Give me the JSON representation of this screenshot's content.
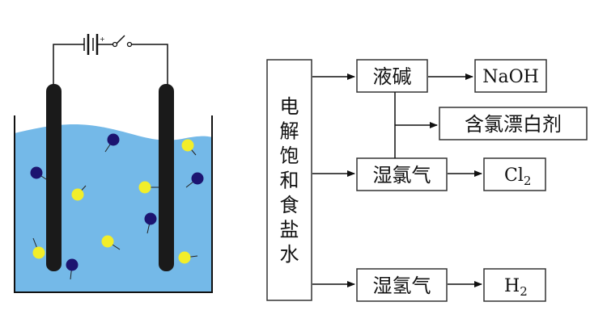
{
  "diagram": {
    "source_label_chars": [
      "电",
      "解",
      "饱",
      "和",
      "食",
      "盐",
      "水"
    ],
    "products": {
      "liquid_base": "液碱",
      "wet_chlorine": "湿氯气",
      "wet_hydrogen": "湿氢气"
    },
    "outputs": {
      "naoh": "NaOH",
      "bleach": "含氯漂白剂",
      "cl_base": "Cl",
      "cl_sub": "2",
      "h_base": "H",
      "h_sub": "2"
    },
    "colors": {
      "solution": "#74b9e8",
      "electrode": "#1a1a1a",
      "ion_dark": "#1c1470",
      "ion_light": "#f2ee2a"
    }
  }
}
